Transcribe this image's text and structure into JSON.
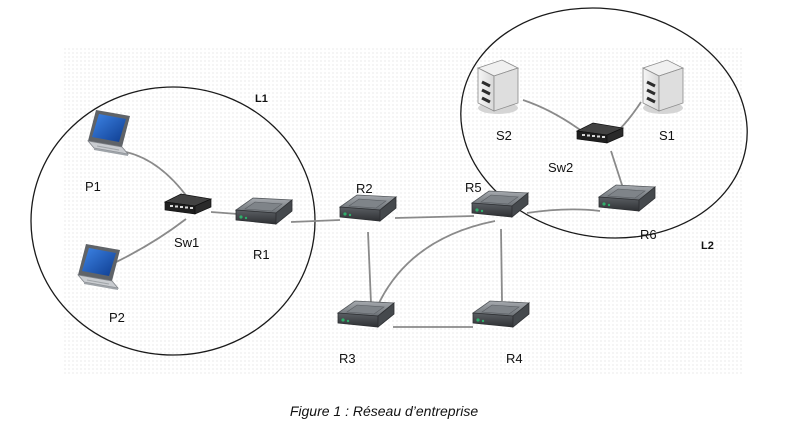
{
  "figure": {
    "caption": "Figure 1 : Réseau d’entreprise"
  },
  "lans": {
    "l1": "L1",
    "l2": "L2"
  },
  "nodes": {
    "p1": "P1",
    "p2": "P2",
    "sw1": "Sw1",
    "r1": "R1",
    "r2": "R2",
    "r3": "R3",
    "r4": "R4",
    "r5": "R5",
    "r6": "R6",
    "sw2": "Sw2",
    "s1": "S1",
    "s2": "S2"
  },
  "links": [
    [
      "P1",
      "Sw1"
    ],
    [
      "P2",
      "Sw1"
    ],
    [
      "Sw1",
      "R1"
    ],
    [
      "R1",
      "R2"
    ],
    [
      "R2",
      "R5"
    ],
    [
      "R2",
      "R3"
    ],
    [
      "R3",
      "R4"
    ],
    [
      "R3",
      "R5"
    ],
    [
      "R5",
      "R4"
    ],
    [
      "R5",
      "R6"
    ],
    [
      "R6",
      "Sw2"
    ],
    [
      "Sw2",
      "S2"
    ],
    [
      "Sw2",
      "S1"
    ]
  ],
  "colors": {
    "router_body": "#5d6166",
    "router_top": "#8d9297",
    "router_dark": "#2e3033",
    "router_led": "#2fae6a",
    "switch_body": "#1f1f1f",
    "laptop_screen": "#1f5fbf",
    "server_body": "#e9e9e9",
    "link": "#8a8a8a",
    "border": "#1a1a1a"
  }
}
